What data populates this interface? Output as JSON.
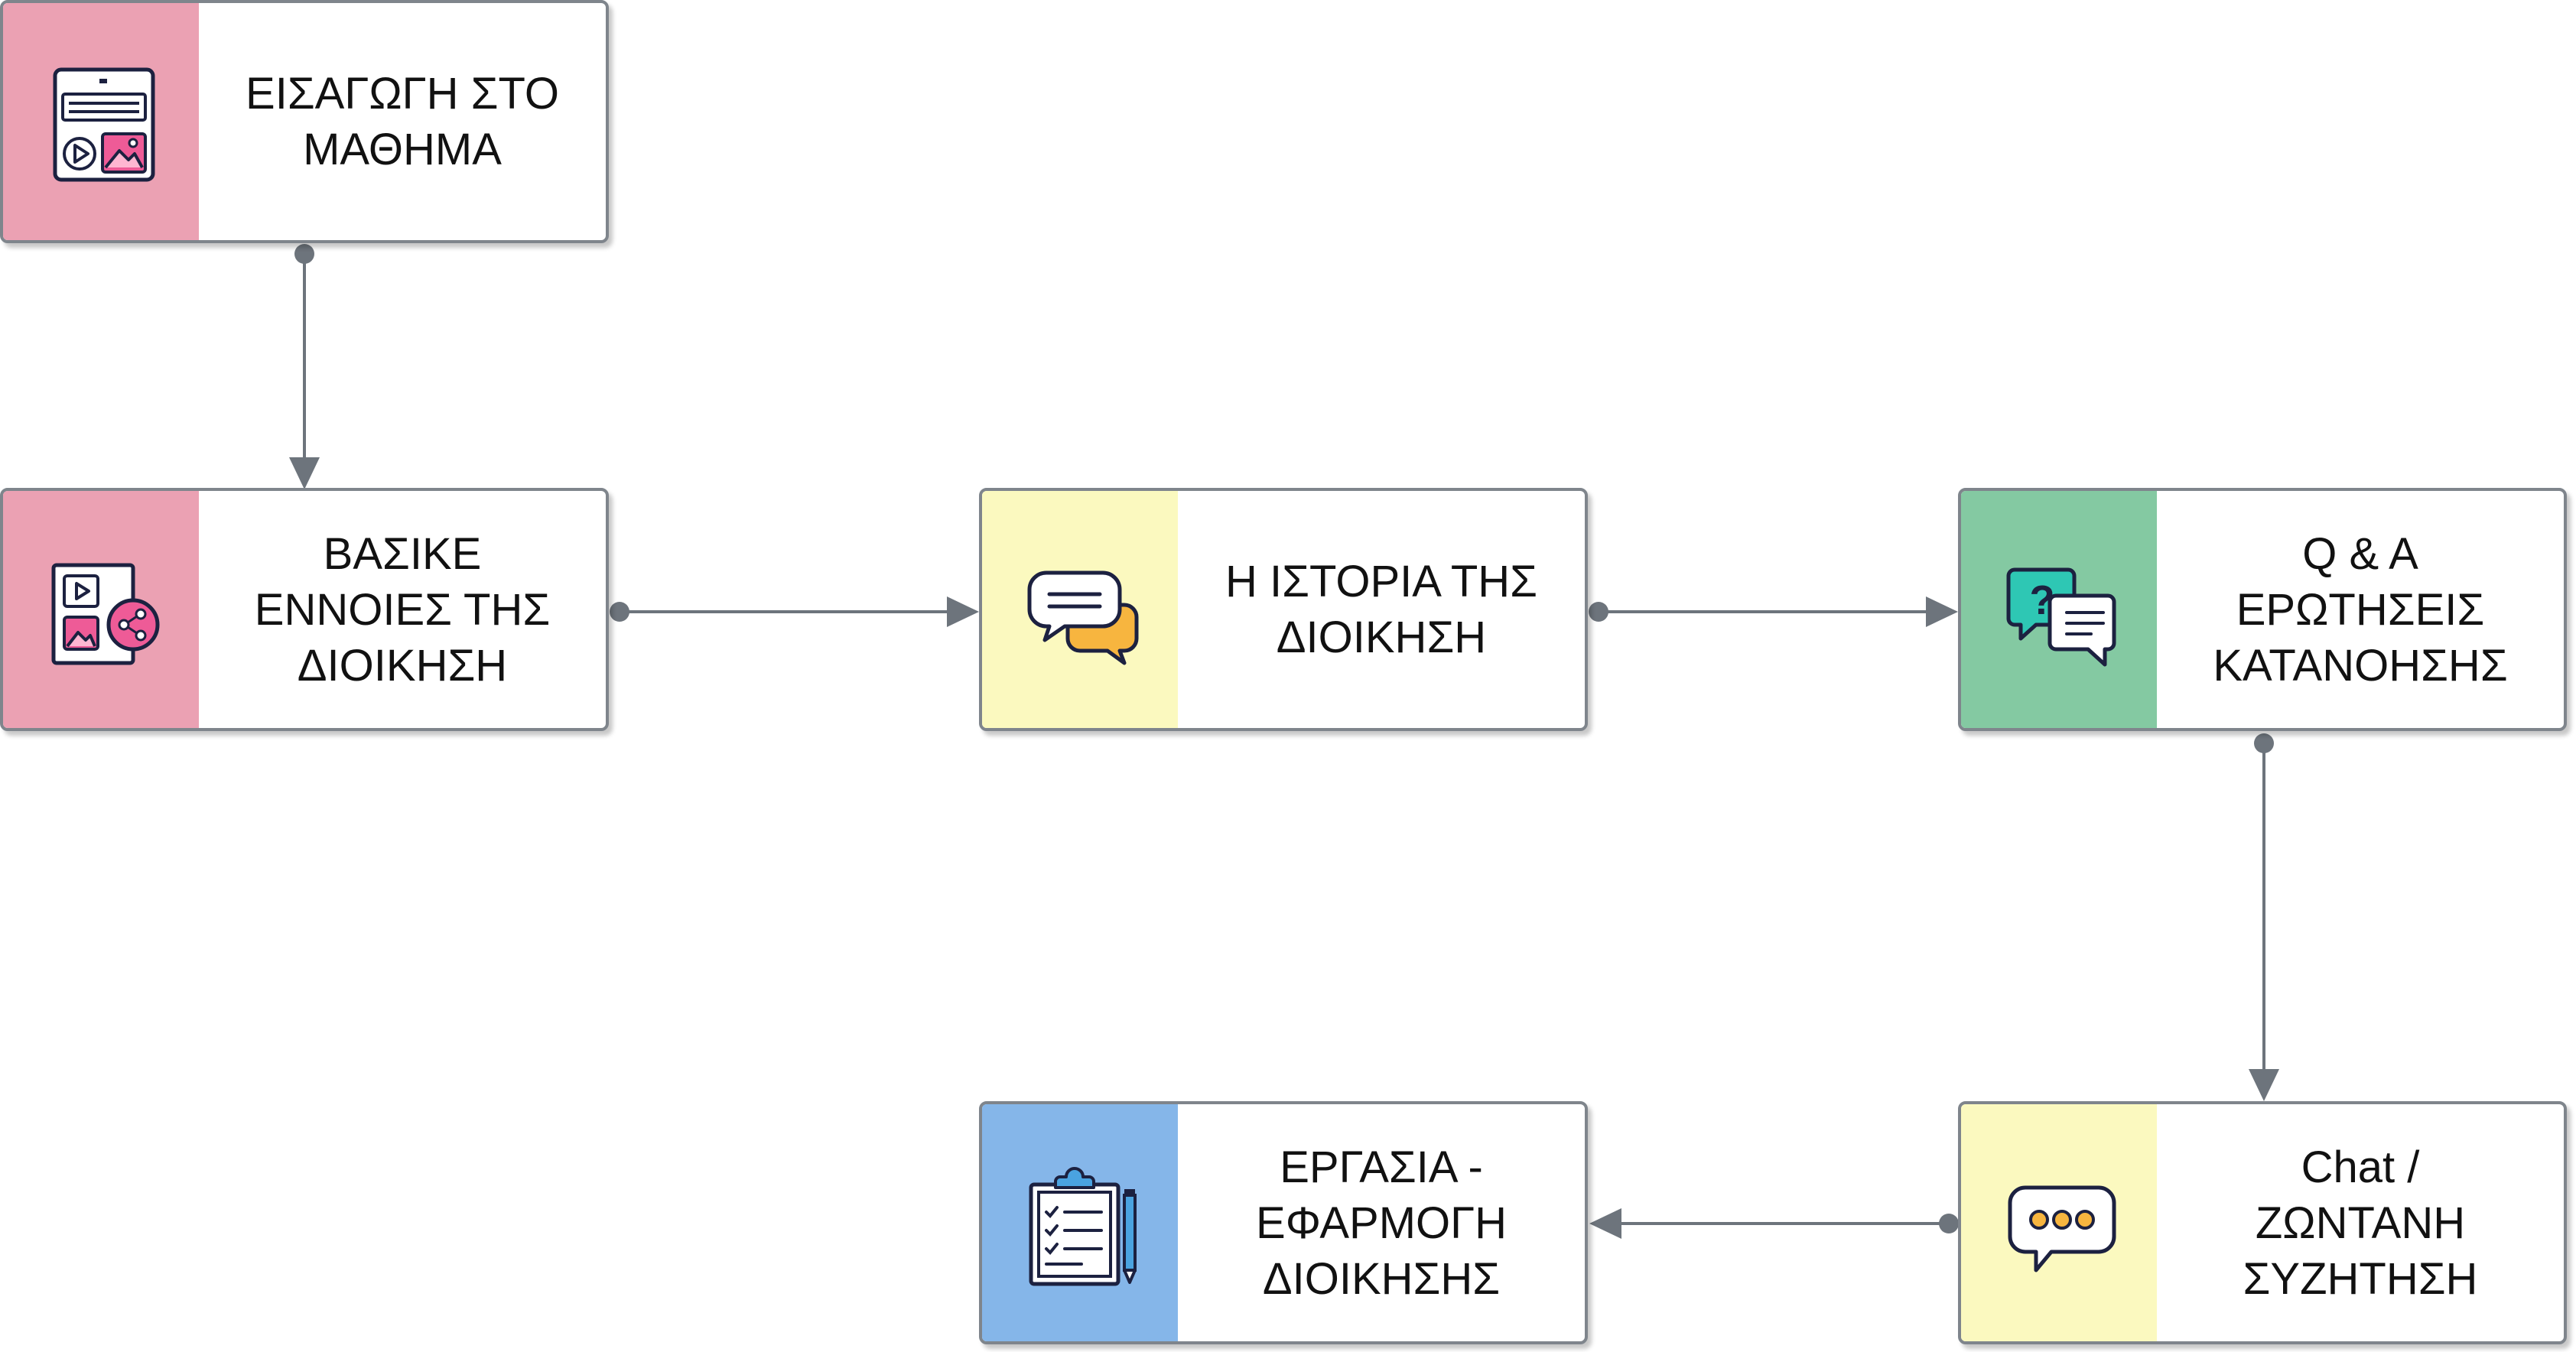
{
  "colors": {
    "pink": "#eba1b3",
    "yellow": "#fbf9bf",
    "green": "#84c9a2",
    "blue": "#85b6e9",
    "edge": "#6d747c",
    "border": "#7f858c"
  },
  "nodes": [
    {
      "id": "intro",
      "label": "ΕΙΣΑΓΩΓΗ ΣΤΟ\nΜΑΘΗΜΑ",
      "icon": "media-layout-icon",
      "color": "pink"
    },
    {
      "id": "basic",
      "label": "ΒΑΣΙΚΕ\nΕΝΝΟΙΕΣ ΤΗΣ\nΔΙΟΙΚΗΣΗ",
      "icon": "share-media-icon",
      "color": "pink"
    },
    {
      "id": "history",
      "label": "Η ΙΣΤΟΡΙΑ ΤΗΣ\nΔΙΟΙΚΗΣΗ",
      "icon": "speech-bubbles-icon",
      "color": "yellow"
    },
    {
      "id": "qa",
      "label": "Q & A\nΕΡΩΤΗΣΕΙΣ\nΚΑΤΑΝΟΗΣΗΣ",
      "icon": "question-chat-icon",
      "color": "green"
    },
    {
      "id": "chat",
      "label": "Chat /\nΖΩΝΤΑΝΗ\nΣΥΖΗΤΗΣΗ",
      "icon": "chat-dots-icon",
      "color": "yellow"
    },
    {
      "id": "assignment",
      "label": "ΕΡΓΑΣΙΑ -\nΕΦΑΡΜΟΓΗ\nΔΙΟΙΚΗΣΗΣ",
      "icon": "clipboard-checklist-icon",
      "color": "blue"
    }
  ],
  "edges": [
    {
      "from": "intro",
      "to": "basic"
    },
    {
      "from": "basic",
      "to": "history"
    },
    {
      "from": "history",
      "to": "qa"
    },
    {
      "from": "qa",
      "to": "chat"
    },
    {
      "from": "chat",
      "to": "assignment"
    }
  ]
}
